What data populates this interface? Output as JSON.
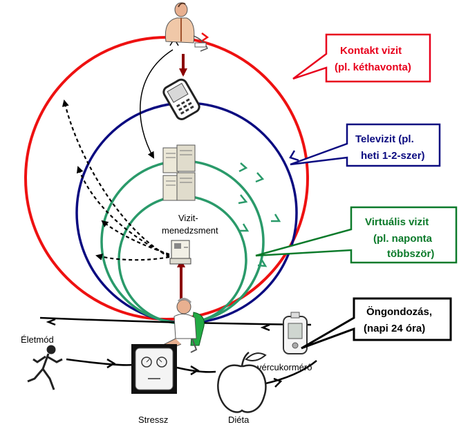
{
  "callouts": {
    "contact": {
      "line1": "Kontakt vizit",
      "line2": "(pl. kéthavonta)",
      "color": "#e8001c"
    },
    "tele": {
      "line1": "Televizit (pl.",
      "line2": "heti 1-2-szer)",
      "color": "#0a0a7a"
    },
    "virtual": {
      "line1": "Virtuális vizit",
      "line2": "(pl. naponta",
      "line3": "többször)",
      "color": "#0b7a2a"
    },
    "selfcare": {
      "line1": "Öngondozás,",
      "line2": "(napi 24 óra)",
      "color": "#000000"
    }
  },
  "labels": {
    "server_line1": "Vizit-",
    "server_line2": "menedzsment",
    "lifestyle": "Életmód",
    "glucometer": "vércukormérő",
    "stress": "Stressz",
    "diet": "Diéta"
  },
  "colors": {
    "red_circle": "#ee1111",
    "blue_circle": "#0a0a80",
    "green_circle": "#2a9a6a",
    "dark_red_arrow": "#8b0000"
  },
  "icons": [
    "doctor-icon",
    "mobile-phone-icon",
    "server-icon",
    "computer-icon",
    "patient-icon",
    "glucometer-icon",
    "runner-icon",
    "stress-face-icon",
    "apple-icon"
  ]
}
